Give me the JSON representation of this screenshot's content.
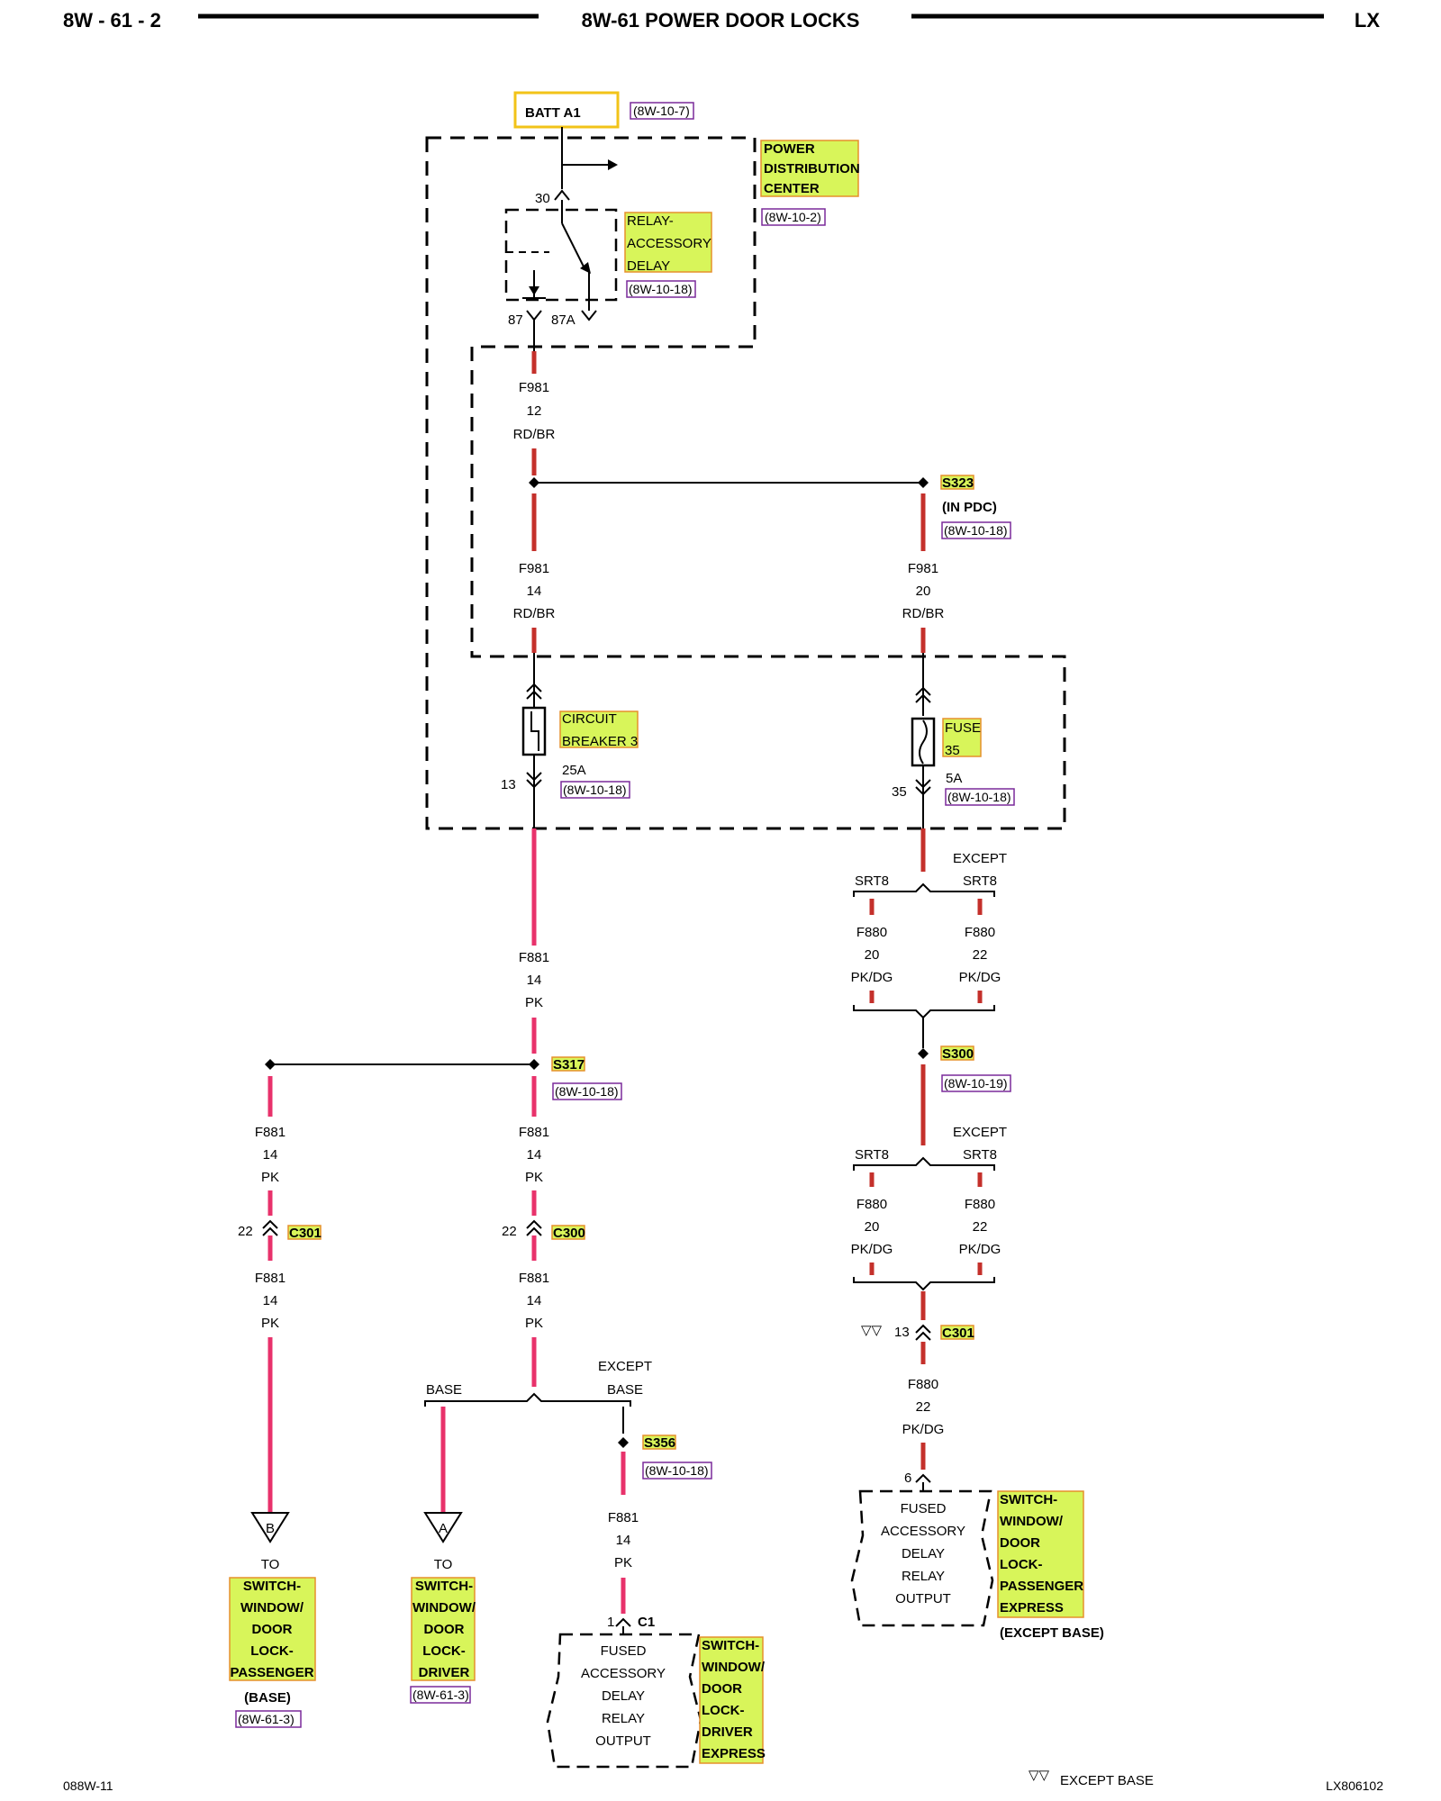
{
  "header": {
    "page": "8W - 61 - 2",
    "title": "8W-61 POWER DOOR LOCKS",
    "model": "LX"
  },
  "footer": {
    "left_code": "088W-11",
    "right_code": "LX806102",
    "legend_symbol": "▽▽",
    "legend_text": "EXCEPT BASE"
  },
  "batt": {
    "label": "BATT A1",
    "ref": "(8W-10-7)"
  },
  "pdc": {
    "line1": "POWER",
    "line2": "DISTRIBUTION",
    "line3": "CENTER",
    "ref": "(8W-10-2)"
  },
  "relay": {
    "line1": "RELAY-",
    "line2": "ACCESSORY",
    "line3": "DELAY",
    "ref": "(8W-10-18)",
    "pin_in": "30",
    "pin_no": "87",
    "pin_nc": "87A"
  },
  "wire_a": {
    "circuit": "F981",
    "gauge": "12",
    "color": "RD/BR"
  },
  "splice_s323": {
    "id": "S323",
    "note": "(IN PDC)",
    "ref": "(8W-10-18)"
  },
  "wire_b": {
    "circuit": "F981",
    "gauge": "14",
    "color": "RD/BR"
  },
  "wire_c": {
    "circuit": "F981",
    "gauge": "20",
    "color": "RD/BR"
  },
  "breaker": {
    "line1": "CIRCUIT",
    "line2": "BREAKER 3",
    "rating": "25A",
    "ref": "(8W-10-18)",
    "pin": "13"
  },
  "fuse": {
    "line1": "FUSE",
    "line2": "35",
    "rating": "5A",
    "ref": "(8W-10-18)",
    "pin": "35"
  },
  "wire_d": {
    "circuit": "F881",
    "gauge": "14",
    "color": "PK"
  },
  "splice_s317": {
    "id": "S317",
    "ref": "(8W-10-18)"
  },
  "left_branch": {
    "wire_top": {
      "circuit": "F881",
      "gauge": "14",
      "color": "PK"
    },
    "connector": {
      "pin": "22",
      "id": "C301"
    },
    "wire_bottom": {
      "circuit": "F881",
      "gauge": "14",
      "color": "PK"
    },
    "arrow_letter": "B",
    "to": "TO",
    "dest": [
      "SWITCH-",
      "WINDOW/",
      "DOOR",
      "LOCK-",
      "PASSENGER"
    ],
    "note": "(BASE)",
    "ref": "(8W-61-3)"
  },
  "mid_branch": {
    "wire_top": {
      "circuit": "F881",
      "gauge": "14",
      "color": "PK"
    },
    "connector": {
      "pin": "22",
      "id": "C300"
    },
    "wire_bottom": {
      "circuit": "F881",
      "gauge": "14",
      "color": "PK"
    },
    "option_left": "BASE",
    "option_right_1": "EXCEPT",
    "option_right_2": "BASE",
    "arrow_letter": "A",
    "to": "TO",
    "dest": [
      "SWITCH-",
      "WINDOW/",
      "DOOR",
      "LOCK-",
      "DRIVER"
    ],
    "ref": "(8W-61-3)",
    "splice": {
      "id": "S356",
      "ref": "(8W-10-18)"
    },
    "wire_express": {
      "circuit": "F881",
      "gauge": "14",
      "color": "PK"
    },
    "conn_pin": "1",
    "conn_id": "C1",
    "output": [
      "FUSED",
      "ACCESSORY",
      "DELAY",
      "RELAY",
      "OUTPUT"
    ],
    "switch_label": [
      "SWITCH-",
      "WINDOW/",
      "DOOR",
      "LOCK-",
      "DRIVER",
      "EXPRESS"
    ]
  },
  "right_branch": {
    "options1": {
      "left": "SRT8",
      "right_1": "EXCEPT",
      "right_2": "SRT8"
    },
    "wire_l1": {
      "circuit": "F880",
      "gauge": "20",
      "color": "PK/DG"
    },
    "wire_r1": {
      "circuit": "F880",
      "gauge": "22",
      "color": "PK/DG"
    },
    "splice_s300": {
      "id": "S300",
      "ref": "(8W-10-19)"
    },
    "options2": {
      "left": "SRT8",
      "right_1": "EXCEPT",
      "right_2": "SRT8"
    },
    "wire_l2": {
      "circuit": "F880",
      "gauge": "20",
      "color": "PK/DG"
    },
    "wire_r2": {
      "circuit": "F880",
      "gauge": "22",
      "color": "PK/DG"
    },
    "connector": {
      "marker": "▽▽",
      "pin": "13",
      "id": "C301"
    },
    "wire_bottom": {
      "circuit": "F880",
      "gauge": "22",
      "color": "PK/DG"
    },
    "conn_pin": "6",
    "output": [
      "FUSED",
      "ACCESSORY",
      "DELAY",
      "RELAY",
      "OUTPUT"
    ],
    "switch_label": [
      "SWITCH-",
      "WINDOW/",
      "DOOR",
      "LOCK-",
      "PASSENGER",
      "EXPRESS"
    ],
    "note": "(EXCEPT BASE)"
  }
}
